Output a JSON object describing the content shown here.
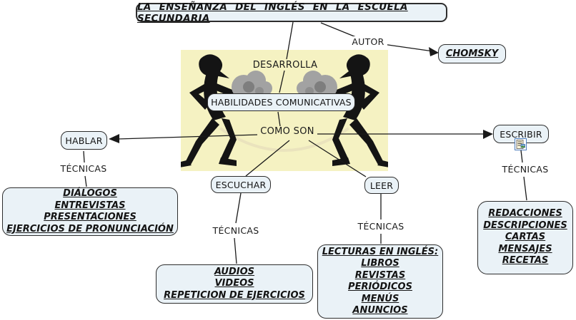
{
  "colors": {
    "node_fill": "#eaf2f7",
    "node_border": "#2d2d2d",
    "text": "#141414",
    "image_background": "#f5f2c2",
    "line": "#1a1a1a"
  },
  "map": {
    "title": "LA ENSEÑANZA DEL INGLÉS EN LA ESCUELA SECUNDARIA",
    "author_link_label": "AUTOR",
    "author": "CHOMSKY",
    "develops_link_label": "DESARROLLA",
    "central_concept": "HABILIDADES COMUNICATIVAS",
    "how_link_label": "COMO SON",
    "center_image": "two-silhouette-figures-talking",
    "resource_icon": "document-resource-icon",
    "skills": [
      {
        "name": "HABLAR",
        "link_label": "TÉCNICAS",
        "techniques": [
          "DIÁLOGOS",
          "ENTREVISTAS",
          "PRESENTACIONES",
          "EJERCICIOS DE PRONUNCIACIÓN"
        ]
      },
      {
        "name": "ESCUCHAR",
        "link_label": "TÉCNICAS",
        "techniques": [
          "AUDIOS",
          "VIDEOS",
          "REPETICION DE EJERCICIOS"
        ]
      },
      {
        "name": "LEER",
        "link_label": "TÉCNICAS",
        "techniques": [
          "LECTURAS EN INGLÉS:",
          "LIBROS",
          "REVISTAS",
          "PERIÓDICOS",
          "MENÚS",
          "ANUNCIOS"
        ]
      },
      {
        "name": "ESCRIBIR",
        "link_label": "TÉCNICAS",
        "techniques": [
          "REDACCIONES",
          "DESCRIPCIONES",
          "CARTAS",
          "MENSAJES",
          "RECETAS"
        ]
      }
    ]
  }
}
